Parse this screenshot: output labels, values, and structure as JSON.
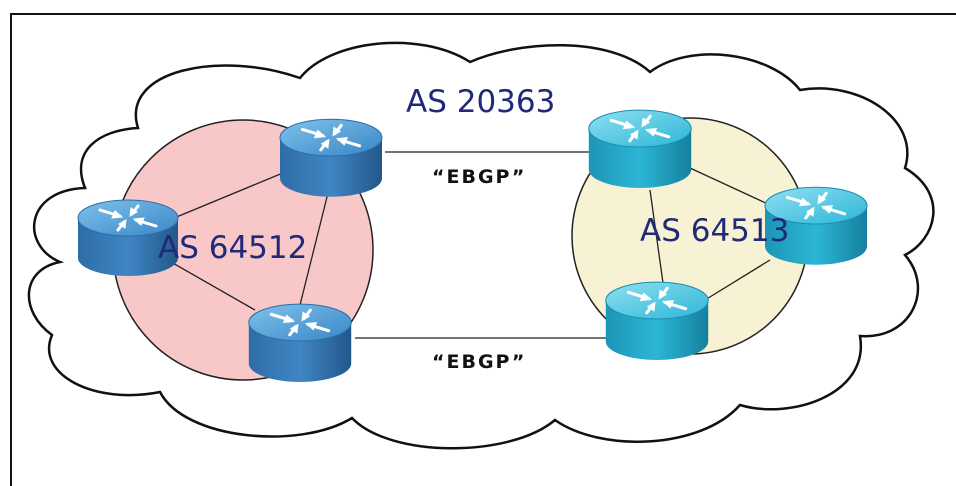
{
  "diagram": {
    "outer_as": {
      "label": "AS 20363"
    },
    "sub_as_left": {
      "label": "AS 64512",
      "fill_color": "#f8c8c8"
    },
    "sub_as_right": {
      "label": "AS 64513",
      "fill_color": "#f8f2d4"
    },
    "links": [
      {
        "id": "top",
        "label": "“EBGP”"
      },
      {
        "id": "bottom",
        "label": "“EBGP”"
      }
    ],
    "router_colors": {
      "left_group": "#3f86c4",
      "right_group": "#2cb6d6"
    },
    "icons": [
      "router-icon"
    ]
  }
}
